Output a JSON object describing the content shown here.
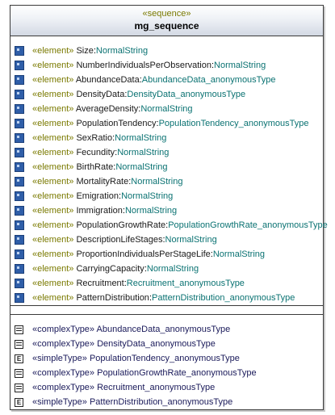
{
  "header": {
    "stereotype": "«sequence»",
    "title": "mg_sequence"
  },
  "elements": [
    {
      "stereotype": "«element»",
      "name": "Size",
      "type": "NormalString"
    },
    {
      "stereotype": "«element»",
      "name": "NumberIndividualsPerObservation",
      "type": "NormalString"
    },
    {
      "stereotype": "«element»",
      "name": "AbundanceData",
      "type": "AbundanceData_anonymousType"
    },
    {
      "stereotype": "«element»",
      "name": "DensityData",
      "type": "DensityData_anonymousType"
    },
    {
      "stereotype": "«element»",
      "name": "AverageDensity",
      "type": "NormalString"
    },
    {
      "stereotype": "«element»",
      "name": "PopulationTendency",
      "type": "PopulationTendency_anonymousType"
    },
    {
      "stereotype": "«element»",
      "name": "SexRatio",
      "type": "NormalString"
    },
    {
      "stereotype": "«element»",
      "name": "Fecundity",
      "type": "NormalString"
    },
    {
      "stereotype": "«element»",
      "name": "BirthRate",
      "type": "NormalString"
    },
    {
      "stereotype": "«element»",
      "name": "MortalityRate",
      "type": "NormalString"
    },
    {
      "stereotype": "«element»",
      "name": "Emigration",
      "type": "NormalString"
    },
    {
      "stereotype": "«element»",
      "name": "Immigration",
      "type": "NormalString"
    },
    {
      "stereotype": "«element»",
      "name": "PopulationGrowthRate",
      "type": "PopulationGrowthRate_anonymousType"
    },
    {
      "stereotype": "«element»",
      "name": "DescriptionLifeStages",
      "type": "NormalString"
    },
    {
      "stereotype": "«element»",
      "name": "ProportionIndividualsPerStageLife",
      "type": "NormalString"
    },
    {
      "stereotype": "«element»",
      "name": "CarryingCapacity",
      "type": "NormalString"
    },
    {
      "stereotype": "«element»",
      "name": "Recruitment",
      "type": "Recruitment_anonymousType"
    },
    {
      "stereotype": "«element»",
      "name": "PatternDistribution",
      "type": "PatternDistribution_anonymousType"
    }
  ],
  "types": [
    {
      "kind": "complex",
      "icon": "complex-type-icon",
      "stereotype": "«complexType»",
      "name": "AbundanceData_anonymousType"
    },
    {
      "kind": "complex",
      "icon": "complex-type-icon",
      "stereotype": "«complexType»",
      "name": "DensityData_anonymousType"
    },
    {
      "kind": "simple",
      "icon": "simple-type-icon",
      "stereotype": "«simpleType»",
      "name": "PopulationTendency_anonymousType"
    },
    {
      "kind": "complex",
      "icon": "complex-type-icon",
      "stereotype": "«complexType»",
      "name": "PopulationGrowthRate_anonymousType"
    },
    {
      "kind": "complex",
      "icon": "complex-type-icon",
      "stereotype": "«complexType»",
      "name": "Recruitment_anonymousType"
    },
    {
      "kind": "simple",
      "icon": "simple-type-icon",
      "stereotype": "«simpleType»",
      "name": "PatternDistribution_anonymousType"
    }
  ],
  "colors": {
    "stereotype": "#7a7a00",
    "type_ref": "#0a7272",
    "element_icon": "#2f5ea8"
  }
}
